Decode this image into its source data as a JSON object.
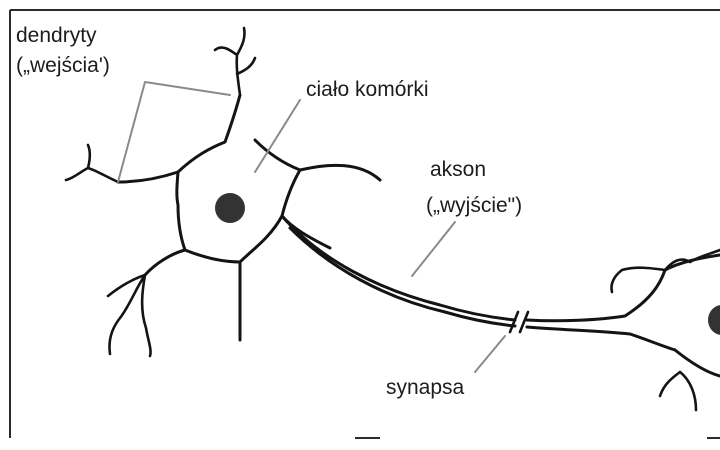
{
  "labels": {
    "dendrites_line1": "dendryty",
    "dendrites_line2": "(„wejścia')",
    "cell_body": "ciało komórki",
    "axon_line1": "akson",
    "axon_line2": "(„wyjście\")",
    "synapse": "synapsa"
  },
  "colors": {
    "ink": "#141414",
    "leader": "#8a8a8a",
    "nucleus": "#333333",
    "background": "#ffffff"
  }
}
